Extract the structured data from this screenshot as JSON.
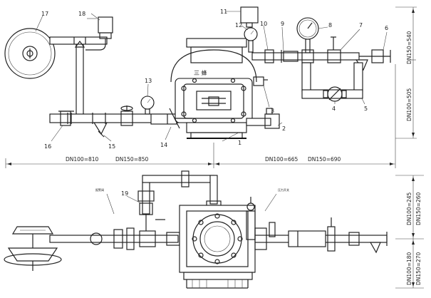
{
  "part_numbers": [
    "1",
    "2",
    "3",
    "4",
    "5",
    "6",
    "7",
    "8",
    "9",
    "10",
    "11",
    "12",
    "13",
    "14",
    "15",
    "16",
    "17",
    "18",
    "19"
  ],
  "top_dims": {
    "dn100_810": "DN100=810",
    "dn150_850": "DN150=850",
    "dn100_665": "DN100=665",
    "dn150_690": "DN150=690",
    "dn150_540": "DN150=540",
    "dn100_505": "DN100=505"
  },
  "bottom_dims": {
    "dn100_245": "DN100=245",
    "dn150_260": "DN150=260",
    "dn100_180": "DN100=180",
    "dn150_270": "DN150=270"
  },
  "valve_marking": "三 蜂",
  "small_labels": [
    "报警阀",
    "压力开关"
  ],
  "colors": {
    "line": "#222222",
    "paper": "#ffffff"
  }
}
